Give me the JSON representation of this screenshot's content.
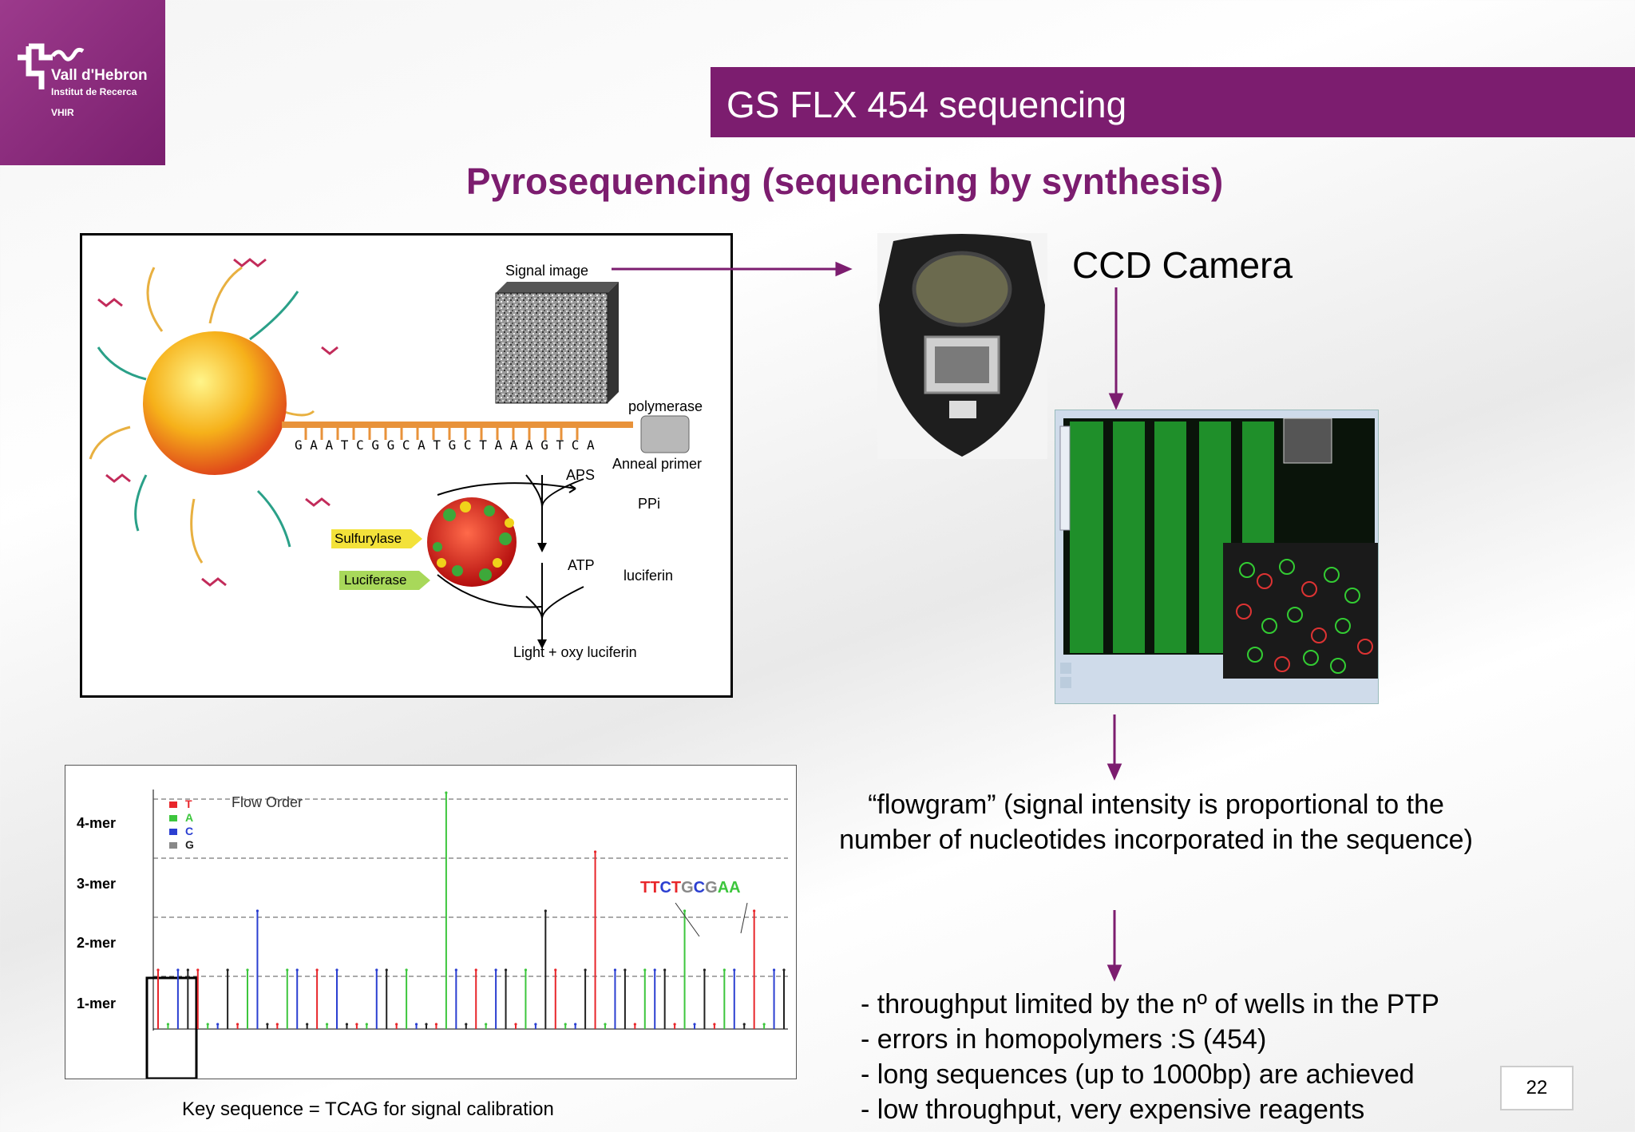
{
  "logo": {
    "name": "Vall d'Hebron",
    "subtitle": "Institut de Recerca",
    "abbr": "VHIR"
  },
  "title": "GS FLX 454 sequencing",
  "subtitle": "Pyrosequencing (sequencing by synthesis)",
  "diagram": {
    "signal_image": "Signal image",
    "polymerase": "polymerase",
    "sequence": "G A A T C G G C A T G C T A A A G T C A",
    "anneal_primer": "Anneal primer",
    "aps": "APS",
    "ppi": "PPi",
    "atp": "ATP",
    "luciferin": "luciferin",
    "sulfurylase": "Sulfurylase",
    "luciferase": "Luciferase",
    "light": "Light + oxy luciferin"
  },
  "ccd_label": "CCD Camera",
  "flowgram_text": "“flowgram” (signal intensity is proportional to the number of nucleotides incorporated in the sequence)",
  "bullets": [
    "- throughput limited by the nº of wells in the PTP",
    "- errors in homopolymers  :S (454)",
    "- long sequences (up to 1000bp) are achieved",
    "- low throughput, very expensive reagents"
  ],
  "page_number": "22",
  "key_caption": "Key sequence = TCAG for signal calibration",
  "colors": {
    "brand": "#7c1d6f",
    "T": "#e8262b",
    "A": "#3dc63d",
    "C": "#2b3fd1",
    "G": "#222222"
  },
  "chart_data": {
    "type": "bar",
    "title": "Flow Order",
    "legend": [
      "T",
      "A",
      "C",
      "G"
    ],
    "y_levels": [
      "1-mer",
      "2-mer",
      "3-mer",
      "4-mer"
    ],
    "annotation": "TTCTGCGAA",
    "flow_nucleotides": [
      "T",
      "A",
      "C",
      "G",
      "T",
      "A",
      "C",
      "G",
      "T",
      "A",
      "C",
      "G",
      "T",
      "A",
      "C",
      "G",
      "T",
      "A",
      "C",
      "G",
      "T",
      "A",
      "C",
      "G",
      "T",
      "A",
      "C",
      "G",
      "T",
      "A",
      "C",
      "G",
      "T",
      "A",
      "C",
      "G",
      "T",
      "A",
      "C",
      "G",
      "T",
      "A",
      "C",
      "G",
      "T",
      "A",
      "C",
      "G",
      "T",
      "A",
      "C",
      "G",
      "T",
      "A",
      "C",
      "G",
      "T",
      "A",
      "C",
      "G",
      "T",
      "A",
      "C",
      "G"
    ],
    "values": [
      1,
      0,
      1,
      1,
      1,
      0,
      0,
      1,
      0,
      1,
      2,
      0,
      0,
      1,
      1,
      0,
      1,
      0,
      1,
      0,
      0,
      0,
      1,
      1,
      0,
      1,
      0,
      0,
      0,
      4,
      1,
      0,
      1,
      0,
      1,
      1,
      0,
      1,
      0,
      2,
      1,
      0,
      0,
      1,
      3,
      0,
      1,
      1,
      0,
      1,
      1,
      1,
      0,
      2,
      0,
      1,
      0,
      1,
      1,
      0,
      2,
      0,
      1,
      1
    ]
  }
}
